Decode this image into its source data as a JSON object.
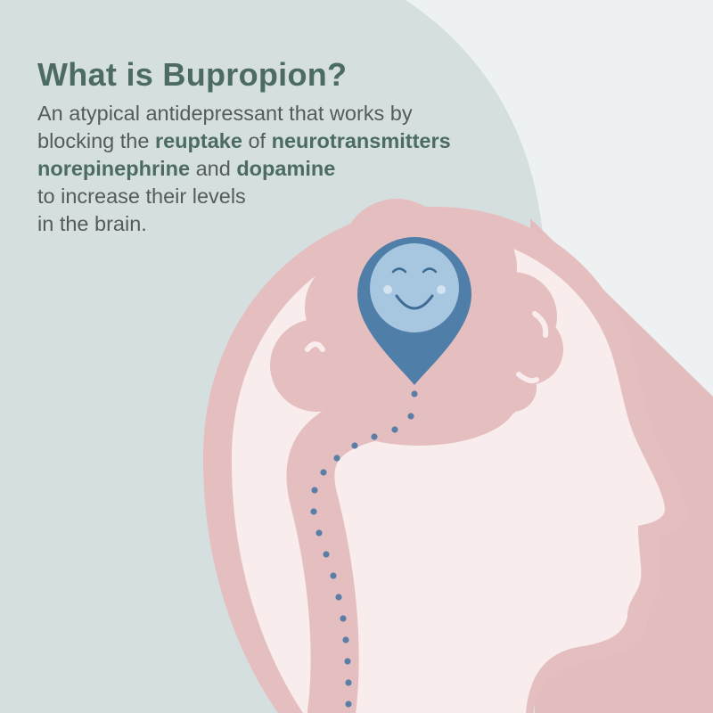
{
  "title": "What is Bupropion?",
  "description": {
    "part1": "An atypical antidepressant that works by",
    "part2": "blocking the ",
    "bold_reuptake": "reuptake",
    "part3": " of ",
    "bold_neurotransmitters": "neurotransmitters",
    "bold_norepinephrine": "norepinephrine",
    "part4": " and ",
    "bold_dopamine": "dopamine",
    "part5": "to increase their levels",
    "part6": "in the brain."
  },
  "icons": {
    "head": "head-silhouette-icon",
    "brain": "brain-icon",
    "pin": "location-pin-icon",
    "face": "smiley-face-icon",
    "path": "dotted-path-icon"
  },
  "colors": {
    "background": "#eef1f2",
    "backdrop": "#d6dfdf",
    "title": "#4b6b63",
    "text": "#555a5c",
    "head_fill": "#f8eced",
    "head_outline": "#e5bfc0",
    "brain": "#e5bfc0",
    "shadow": "#e3bdbe",
    "pin": "#4f7ea8",
    "face": "#a7c6e0",
    "face_features": "#3f6c94",
    "dots": "#5b7ea6"
  }
}
